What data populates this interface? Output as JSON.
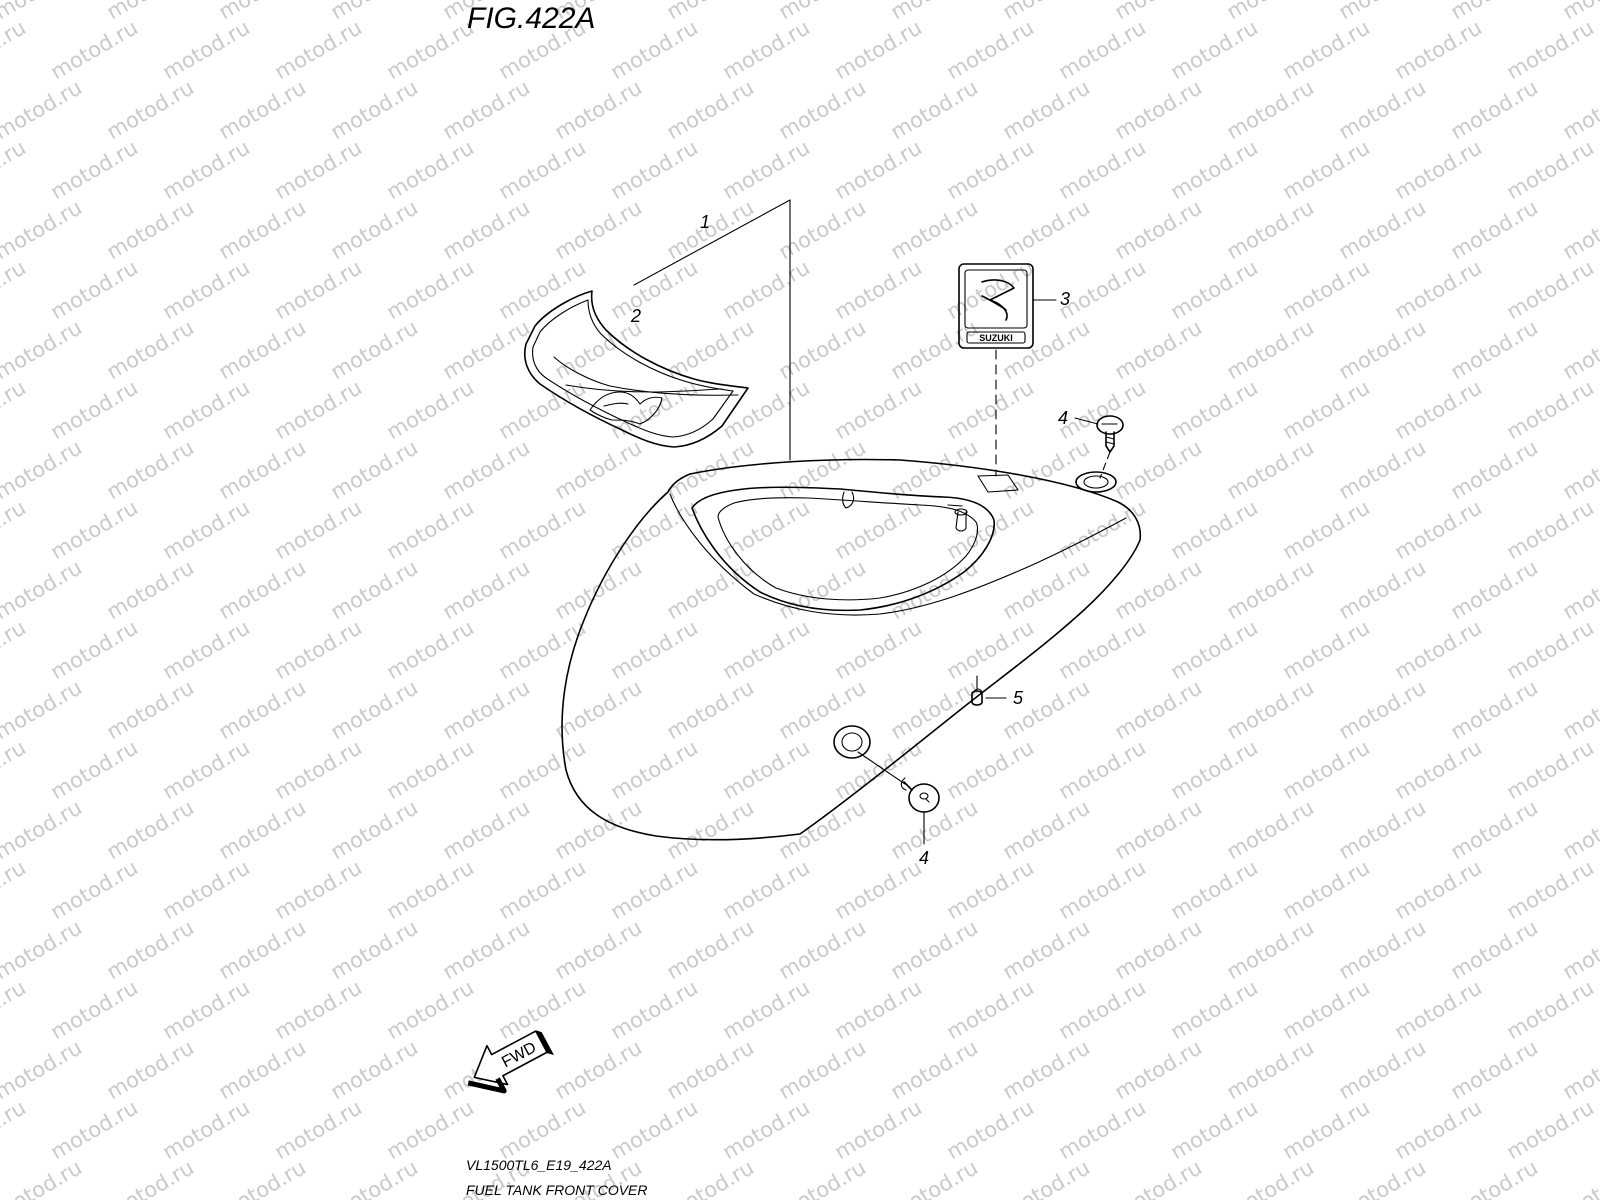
{
  "figure": {
    "title": "FIG.422A",
    "model_code": "VL1500TL6_E19_422A",
    "caption": "FUEL TANK FRONT COVER"
  },
  "callouts": [
    "1",
    "2",
    "3",
    "4",
    "4",
    "5"
  ],
  "emblem_text": "SUZUKI",
  "direction_label": "FWD",
  "watermark": "motod.ru",
  "colors": {
    "ink": "#000000",
    "watermark": "#c9c9c9",
    "background": "#ffffff"
  }
}
